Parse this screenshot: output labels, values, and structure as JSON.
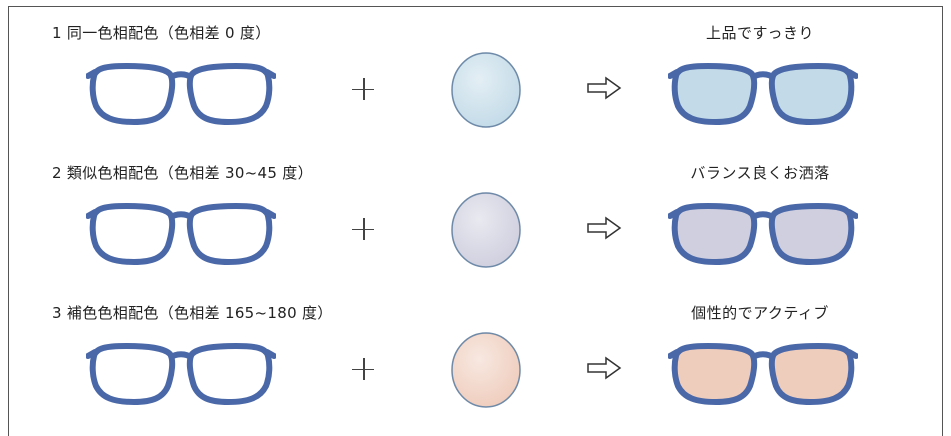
{
  "rows": [
    {
      "title": "1 同一色相配色（色相差 0 度）",
      "effect": "上品ですっきり",
      "lens_color": "#c3dbe8"
    },
    {
      "title": "2 類似色相配色（色相差 30~45 度）",
      "effect": "バランス良くお洒落",
      "lens_color": "#cfcfdf"
    },
    {
      "title": "3 補色色相配色（色相差 165~180 度）",
      "effect": "個性的でアクティブ",
      "lens_color": "#efcdbd"
    }
  ],
  "frame_color": "#4a68a8",
  "lens_rim_color": "#6e8aa8",
  "plus_symbol": "+",
  "arrow_symbol": "⇨"
}
